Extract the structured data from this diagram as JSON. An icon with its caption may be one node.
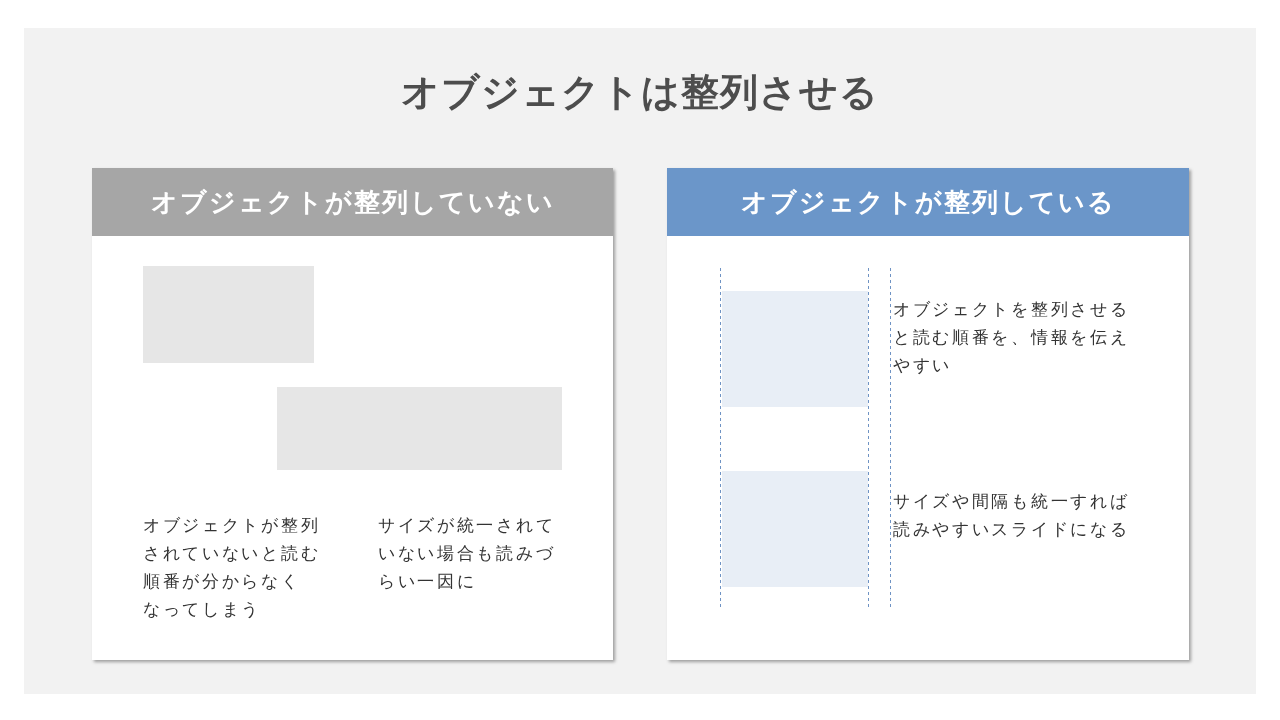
{
  "diagram": {
    "title": "オブジェクトは整列させる",
    "nodes": [
      {
        "text": [
          "オブジェクトが整列していない",
          "オブジェクトが整列されていないと読む順番が分からなくなってしまう",
          "サイズが統一されていない場合も読みづらい一因に"
        ]
      },
      {
        "text": [],
        "shape": "box",
        "in": 0
      },
      {
        "text": [],
        "shape": "box",
        "in": 0
      },
      {
        "text": [
          "オブジェクトが整列している",
          "オブジェクトを整列させると読む順番を、情報を伝えやすい",
          "サイズや間隔も統一すれば読みやすいスライドになる"
        ]
      },
      {
        "text": [],
        "shape": "box",
        "in": 3
      },
      {
        "text": [],
        "shape": "box",
        "in": 3
      }
    ]
  }
}
